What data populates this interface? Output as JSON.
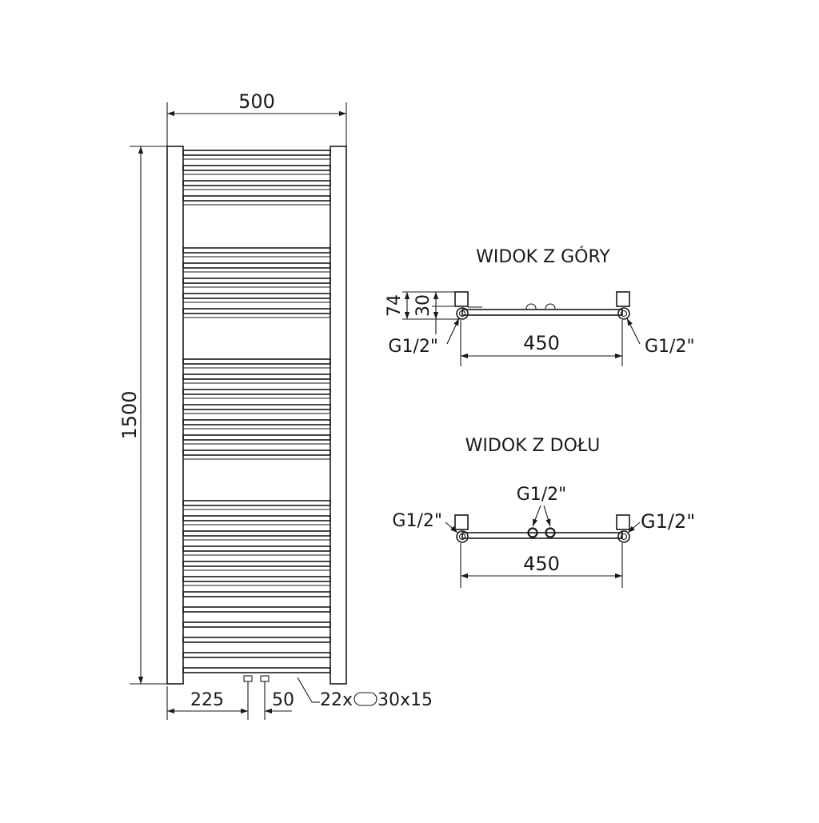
{
  "front_view": {
    "width_label": "500",
    "height_label": "1500",
    "offset_left_label": "225",
    "pipe_spacing_label": "50",
    "rails_label": "22x",
    "rail_profile_label": "30x15",
    "rail_count": 22
  },
  "top_view": {
    "title": "WIDOK Z GÓRY",
    "depth_label": "74",
    "inner_depth_label": "30",
    "left_connector_label": "G1/2\"",
    "right_connector_label": "G1/2\"",
    "span_label": "450"
  },
  "bottom_view": {
    "title": "WIDOK Z DOŁU",
    "center_connector_label": "G1/2\"",
    "left_connector_label": "G1/2\"",
    "right_connector_label": "G1/2\"",
    "span_label": "450"
  }
}
